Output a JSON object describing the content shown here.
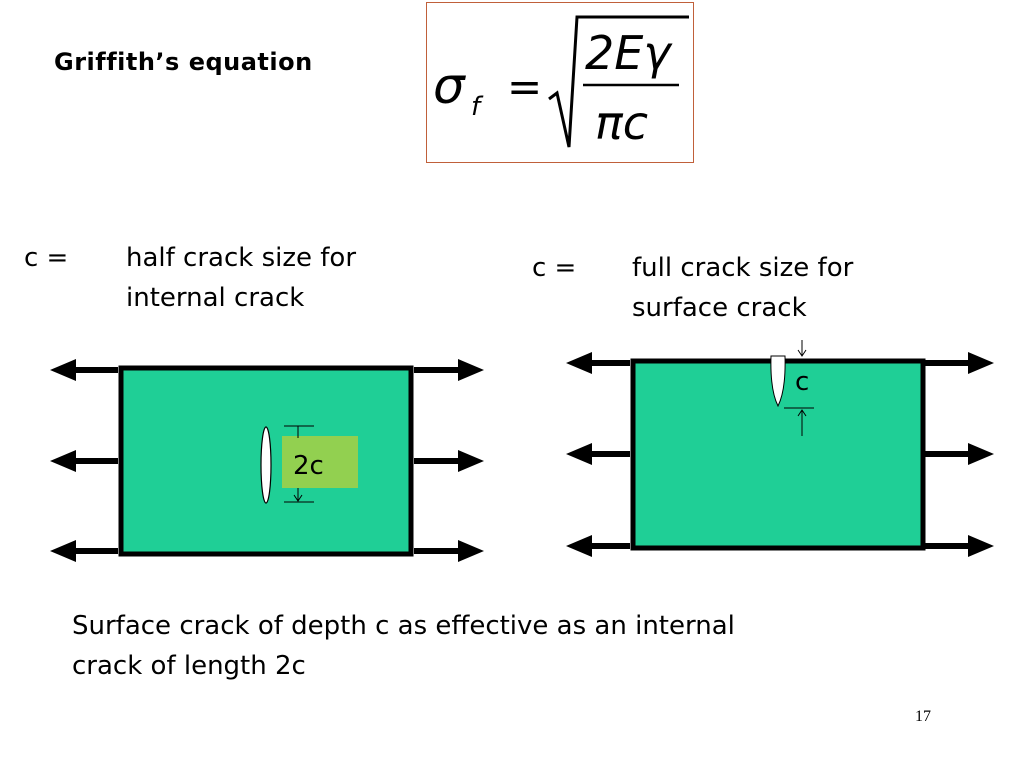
{
  "slide": {
    "title": "Griffith’s equation",
    "equation": {
      "lhs_symbol": "σ",
      "lhs_subscript": "f",
      "equals": "=",
      "numerator": "2Eγ",
      "denominator": "πc"
    },
    "left_definition": {
      "symbol": "c =",
      "line1": "half crack size for",
      "line2": "internal crack"
    },
    "right_definition": {
      "symbol": "c =",
      "line1": "full crack size for",
      "line2": "surface crack"
    },
    "left_diagram": {
      "dimension_label": "2c"
    },
    "right_diagram": {
      "dimension_label": "c"
    },
    "caption": {
      "line1": "Surface crack of depth c as effective as an internal",
      "line2": "crack of length 2c"
    },
    "page_number": "17",
    "colors": {
      "plate": "#1fcf96",
      "label_box": "#92d050",
      "equation_border": "#c0603a"
    }
  }
}
